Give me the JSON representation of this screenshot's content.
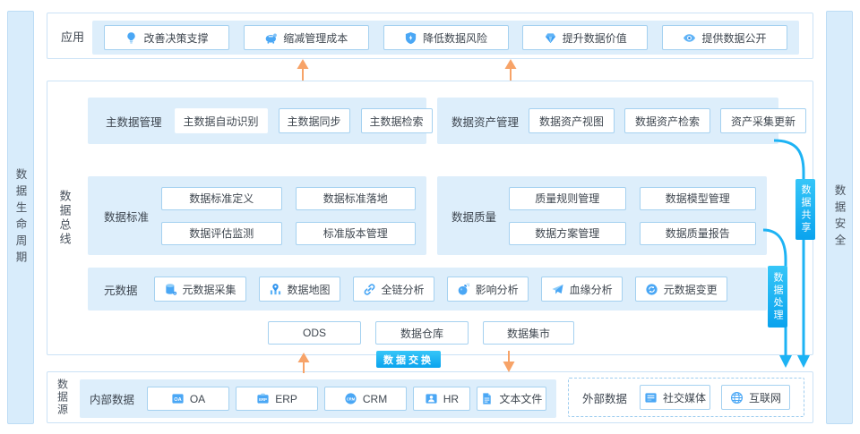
{
  "palette": {
    "accent_cyan": "#14b2f3",
    "arrow_orange": "#f7a368",
    "panel_blue": "#ddeefb",
    "chip_border_blue": "#a5d1f0",
    "section_border": "#cbe2f6",
    "sidebar_blue": "#d8ecfb",
    "icon_blue": "#4aa7f5",
    "text_dark": "#3f4750"
  },
  "lifecycle_bar": {
    "label": "数据生命周期"
  },
  "security_bar": {
    "label": "数据安全"
  },
  "application": {
    "label": "应用",
    "items": [
      {
        "icon": "bulb-icon",
        "label": "改善决策支撑"
      },
      {
        "icon": "piggy-bank-icon",
        "label": "缩减管理成本"
      },
      {
        "icon": "shield-icon",
        "label": "降低数据风险"
      },
      {
        "icon": "gem-icon",
        "label": "提升数据价值"
      },
      {
        "icon": "eye-icon",
        "label": "提供数据公开"
      }
    ]
  },
  "data_bus": {
    "label": "数据总线",
    "master_data": {
      "label": "主数据管理",
      "items": [
        {
          "label": "主数据自动识别"
        },
        {
          "label": "主数据同步"
        },
        {
          "label": "主数据检索"
        }
      ]
    },
    "data_asset": {
      "label": "数据资产管理",
      "items": [
        {
          "label": "数据资产视图"
        },
        {
          "label": "数据资产检索"
        },
        {
          "label": "资产采集更新"
        }
      ]
    },
    "data_standard": {
      "label": "数据标准",
      "items": [
        {
          "label": "数据标准定义"
        },
        {
          "label": "数据标准落地"
        },
        {
          "label": "数据评估监测"
        },
        {
          "label": "标准版本管理"
        }
      ]
    },
    "data_quality": {
      "label": "数据质量",
      "items": [
        {
          "label": "质量规则管理"
        },
        {
          "label": "数据模型管理"
        },
        {
          "label": "数据方案管理"
        },
        {
          "label": "数据质量报告"
        }
      ]
    },
    "metadata": {
      "label": "元数据",
      "items": [
        {
          "icon": "database-icon",
          "label": "元数据采集"
        },
        {
          "icon": "map-icon",
          "label": "数据地图"
        },
        {
          "icon": "link-icon",
          "label": "全链分析"
        },
        {
          "icon": "impact-icon",
          "label": "影响分析"
        },
        {
          "icon": "lineage-icon",
          "label": "血缘分析"
        },
        {
          "icon": "change-icon",
          "label": "元数据变更"
        }
      ]
    },
    "storage": {
      "items": [
        {
          "label": "ODS"
        },
        {
          "label": "数据仓库"
        },
        {
          "label": "数据集市"
        }
      ]
    }
  },
  "flows": {
    "data_share": {
      "label": "数据共享"
    },
    "data_process": {
      "label": "数据处理"
    },
    "data_exchange": {
      "label": "数据交换"
    }
  },
  "data_source": {
    "label": "数据源",
    "internal": {
      "label": "内部数据",
      "items": [
        {
          "icon": "oa-icon",
          "label": "OA"
        },
        {
          "icon": "erp-icon",
          "label": "ERP"
        },
        {
          "icon": "crm-icon",
          "label": "CRM"
        },
        {
          "icon": "hr-icon",
          "label": "HR"
        },
        {
          "icon": "text-file-icon",
          "label": "文本文件"
        }
      ]
    },
    "external": {
      "label": "外部数据",
      "items": [
        {
          "icon": "social-media-icon",
          "label": "社交媒体"
        },
        {
          "icon": "globe-icon",
          "label": "互联网"
        }
      ]
    }
  }
}
